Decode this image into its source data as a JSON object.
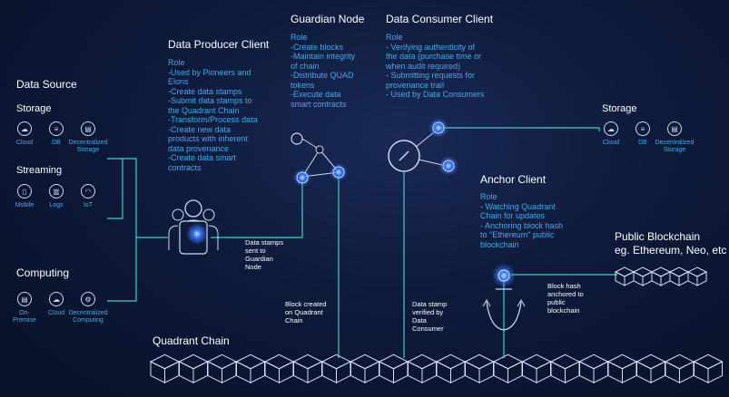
{
  "data_source": {
    "title": "Data Source",
    "storage": {
      "title": "Storage",
      "items": [
        {
          "label": "Cloud",
          "icon": "cloud-icon",
          "glyph": "☁"
        },
        {
          "label": "DB",
          "icon": "database-icon",
          "glyph": "≡"
        },
        {
          "label": "Decentralized\nStorage",
          "icon": "decentralized-storage-icon",
          "glyph": "▤"
        }
      ]
    },
    "streaming": {
      "title": "Streaming",
      "items": [
        {
          "label": "Mobile",
          "icon": "mobile-icon",
          "glyph": "▯"
        },
        {
          "label": "Logs",
          "icon": "logs-icon",
          "glyph": "▥"
        },
        {
          "label": "IoT",
          "icon": "wifi-icon",
          "glyph": "◠"
        }
      ]
    }
  },
  "computing": {
    "title": "Computing",
    "items": [
      {
        "label": "On-\nPremise",
        "icon": "server-icon",
        "glyph": "▤"
      },
      {
        "label": "Cloud",
        "icon": "cloud-icon",
        "glyph": "☁"
      },
      {
        "label": "Decentralized\nComputing",
        "icon": "decentralized-computing-icon",
        "glyph": "⚙"
      }
    ]
  },
  "producer": {
    "title": "Data Producer Client",
    "role_lines": [
      "Role",
      "-Used by Pioneers and",
      "Elons",
      "-Create data stamps",
      "-Submit data stamps to",
      "the Quadrant Chain",
      "-Transform/Process data",
      "-Create new data",
      "products with inherent",
      "data provenance",
      "-Create data smart",
      "contracts"
    ]
  },
  "guardian": {
    "title": "Guardian Node",
    "role_lines": [
      "Role",
      "-Create blocks",
      "-Maintain integrity",
      "of chain",
      "-Distribute QUAD",
      "tokens",
      "-Execute data",
      "smart contracts"
    ]
  },
  "consumer": {
    "title": "Data Consumer Client",
    "role_lines": [
      "Role",
      "- Verifying authenticity of",
      "the data (purchase time or",
      "when audit required)",
      "- Submitting requests for",
      "provenance trail",
      "- Used by Data Consumers"
    ]
  },
  "storage_right": {
    "title": "Storage",
    "items": [
      {
        "label": "Cloud",
        "icon": "cloud-icon",
        "glyph": "☁"
      },
      {
        "label": "DB",
        "icon": "database-icon",
        "glyph": "≡"
      },
      {
        "label": "Decentralized\nStorage",
        "icon": "decentralized-storage-icon",
        "glyph": "▤"
      }
    ]
  },
  "anchor": {
    "title": "Anchor Client",
    "role_lines": [
      "Role",
      "- Watching Quadrant",
      "Chain for updates",
      "- Anchoring block hash",
      "to \"Ethereum\" public",
      "blockchain"
    ]
  },
  "public_blockchain": {
    "title_lines": [
      "Public Blockchain",
      "eg. Ethereum, Neo, etc"
    ]
  },
  "notes": {
    "stamps_sent": [
      "Data stamps",
      "sent to",
      "Guardian",
      "Node"
    ],
    "block_created": [
      "Block created",
      "on Quadrant",
      "Chain"
    ],
    "stamp_verified": [
      "Data stamp",
      "verified by",
      "Data",
      "Consumer"
    ],
    "hash_anchored": [
      "Block hash",
      "anchored to",
      "public",
      "blockchain"
    ]
  },
  "quadrant_chain": {
    "title": "Quadrant Chain"
  },
  "colors": {
    "line": "#3fd0cc",
    "text_blue": "#4aa8e8",
    "glow": "#3a7bff",
    "icon": "#cfd9ee"
  }
}
